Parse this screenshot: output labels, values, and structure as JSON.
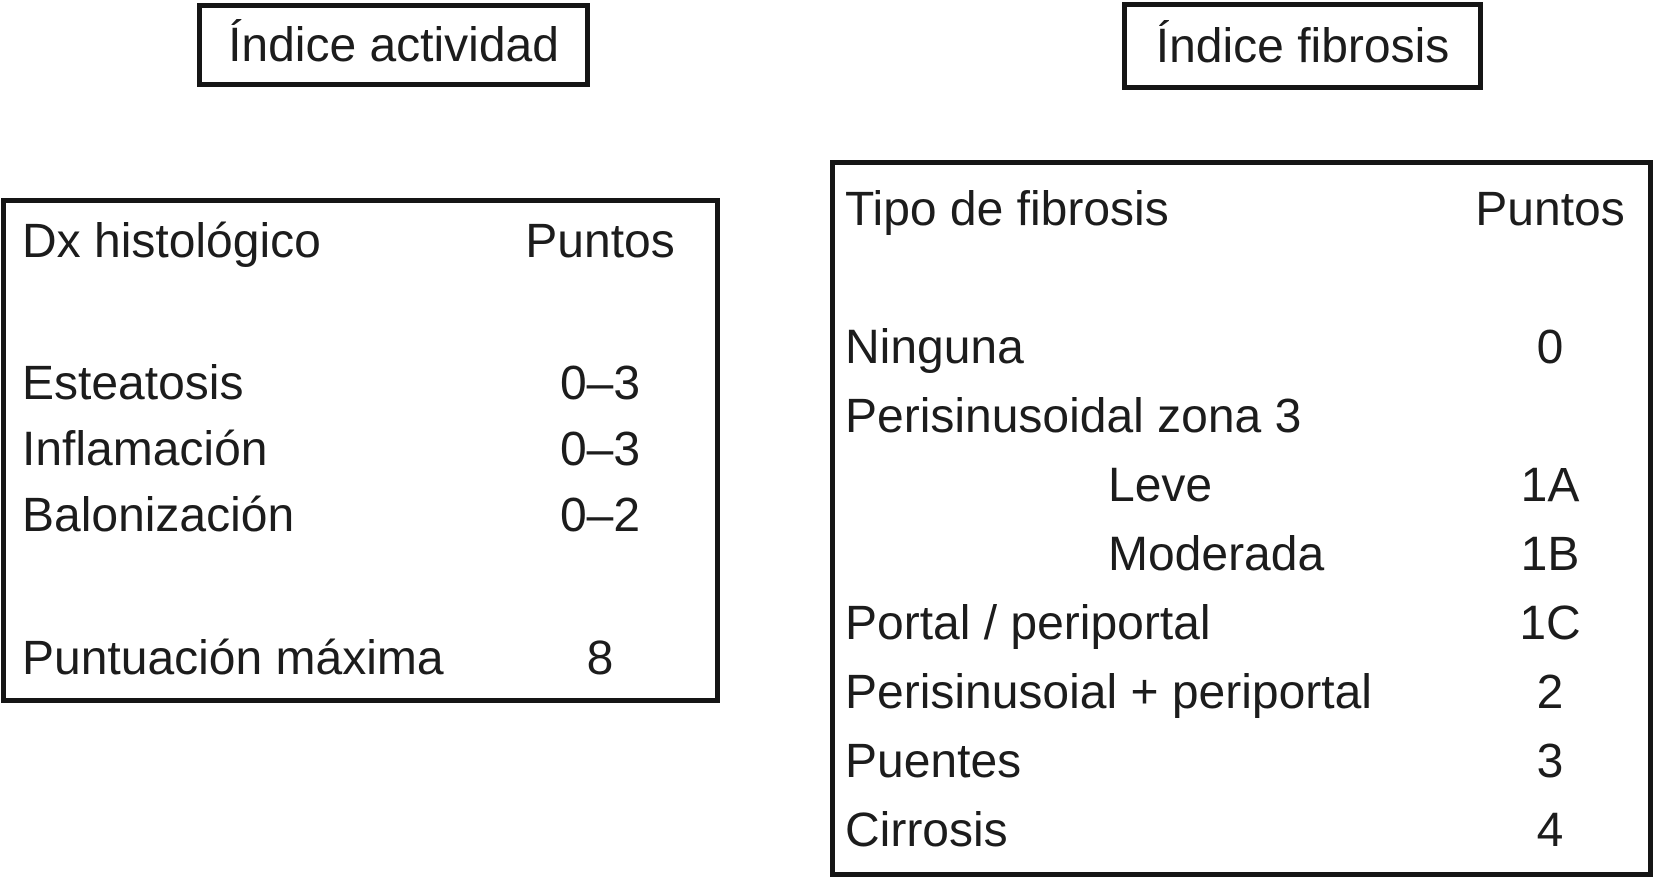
{
  "titles": {
    "activity": "Índice actividad",
    "fibrosis": "Índice fibrosis"
  },
  "activity_table": {
    "header": {
      "label": "Dx histológico",
      "value": "Puntos"
    },
    "rows": [
      {
        "label": "Esteatosis",
        "value": "0–3"
      },
      {
        "label": "Inflamación",
        "value": "0–3"
      },
      {
        "label": "Balonización",
        "value": "0–2"
      }
    ],
    "footer": {
      "label": "Puntuación máxima",
      "value": "8"
    }
  },
  "fibrosis_table": {
    "header": {
      "label": "Tipo de fibrosis",
      "value": "Puntos"
    },
    "rows": [
      {
        "label": "Ninguna",
        "value": "0",
        "indent": false
      },
      {
        "label": "Perisinusoidal zona 3",
        "value": "",
        "indent": false
      },
      {
        "label": "Leve",
        "value": "1A",
        "indent": true
      },
      {
        "label": "Moderada",
        "value": "1B",
        "indent": true
      },
      {
        "label": "Portal / periportal",
        "value": "1C",
        "indent": false
      },
      {
        "label": "Perisinusoial + periportal",
        "value": "2",
        "indent": false
      },
      {
        "label": "Puentes",
        "value": "3",
        "indent": false
      },
      {
        "label": "Cirrosis",
        "value": "4",
        "indent": false
      }
    ]
  },
  "colors": {
    "text": "#1c1c1c",
    "border": "#151515",
    "background": "#ffffff"
  }
}
